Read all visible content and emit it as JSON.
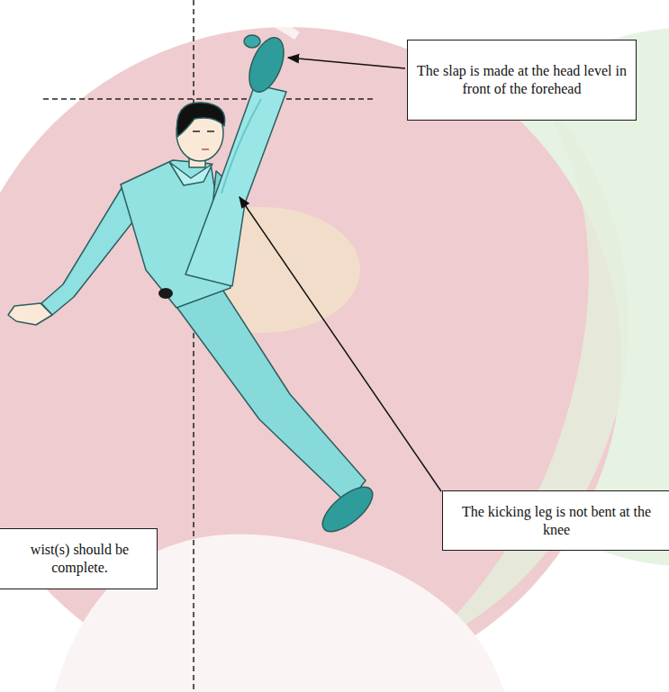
{
  "diagram": {
    "nodes": [
      {
        "text": [
          "The slap is made at the head level in front of the forehead"
        ]
      },
      {
        "text": [
          "The kicking leg is not bent at the knee"
        ]
      },
      {
        "text": [
          "wist(s) should be complete."
        ]
      }
    ]
  }
}
